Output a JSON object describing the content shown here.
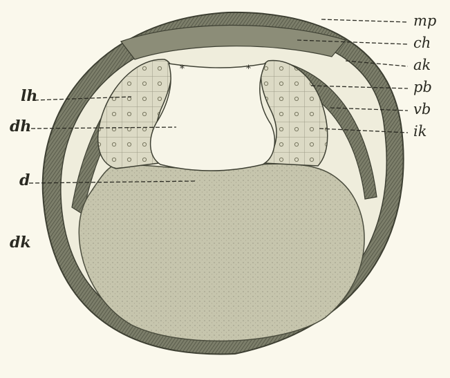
{
  "figure": {
    "labels_left": {
      "lh": "lh",
      "dh": "dh",
      "d": "d",
      "dk": "dk"
    },
    "labels_right": {
      "mp": "mp",
      "ch": "ch",
      "ak": "ak",
      "pb": "pb",
      "vb": "vb",
      "ik": "ik"
    },
    "colors": {
      "paper": "#faf8ec",
      "ink": "#2a2a22",
      "tissue_dark": "#6f7260",
      "tissue_mid": "#9a9c86",
      "yolk": "#c9c8b0",
      "cells_light": "#e4e2cf"
    }
  }
}
